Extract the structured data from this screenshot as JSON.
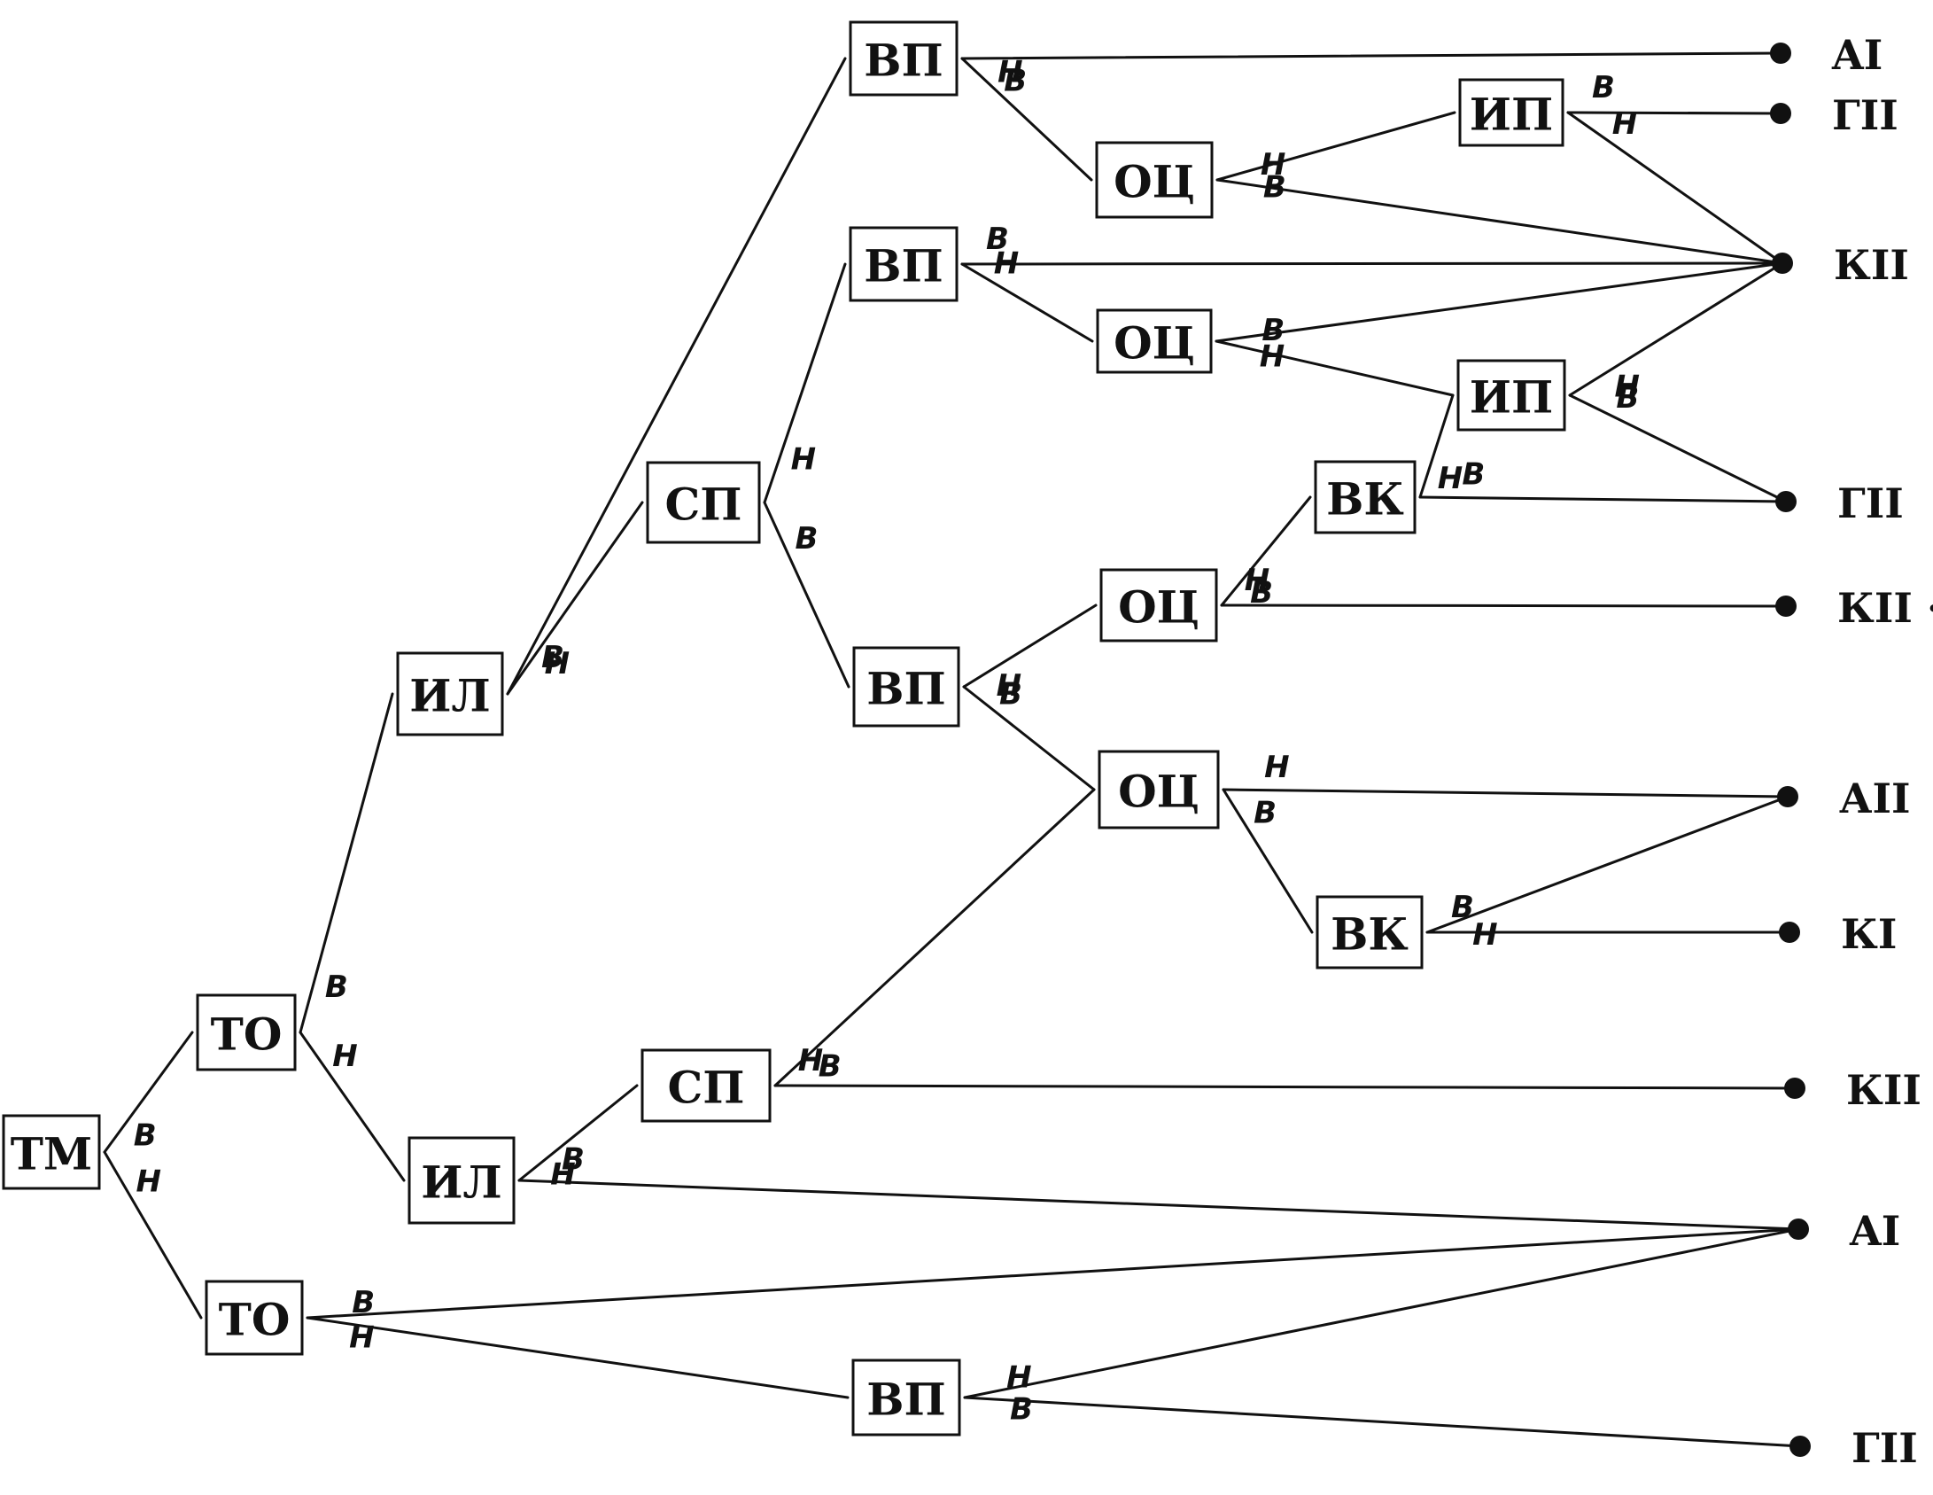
{
  "nodes": [
    {
      "id": "n1",
      "label": "ТМ"
    },
    {
      "id": "n2",
      "label": "ТО"
    },
    {
      "id": "n3",
      "label": "ТО"
    },
    {
      "id": "n4",
      "label": "ИЛ"
    },
    {
      "id": "n5",
      "label": "ИЛ"
    },
    {
      "id": "n6",
      "label": "СП"
    },
    {
      "id": "n7",
      "label": "СП"
    },
    {
      "id": "n8",
      "label": "ВП"
    },
    {
      "id": "n9",
      "label": "ВП"
    },
    {
      "id": "n10",
      "label": "ВП"
    },
    {
      "id": "n11",
      "label": "ВП"
    },
    {
      "id": "n12",
      "label": "ОЦ"
    },
    {
      "id": "n13",
      "label": "ОЦ"
    },
    {
      "id": "n14",
      "label": "ОЦ"
    },
    {
      "id": "n15",
      "label": "ОЦ"
    },
    {
      "id": "n16",
      "label": "ИП"
    },
    {
      "id": "n17",
      "label": "ИП"
    },
    {
      "id": "n18",
      "label": "ВК"
    },
    {
      "id": "n19",
      "label": "ВК"
    }
  ],
  "leaves": [
    {
      "id": "l1",
      "label": "AI"
    },
    {
      "id": "l2",
      "label": "ГII"
    },
    {
      "id": "l3",
      "label": "КII"
    },
    {
      "id": "l4",
      "label": "ГII"
    },
    {
      "id": "l5",
      "label": "КII ·"
    },
    {
      "id": "l6",
      "label": "АII"
    },
    {
      "id": "l7",
      "label": "КI"
    },
    {
      "id": "l8",
      "label": "КII"
    },
    {
      "id": "l9",
      "label": "AI"
    },
    {
      "id": "l10",
      "label": "ГII"
    }
  ],
  "edges": [
    {
      "from": "n1",
      "to": "n2",
      "label": "В"
    },
    {
      "from": "n1",
      "to": "n3",
      "label": "Н"
    },
    {
      "from": "n2",
      "to": "n4",
      "label": "В"
    },
    {
      "from": "n2",
      "to": "n5",
      "label": "Н"
    },
    {
      "from": "n4",
      "to": "n8",
      "label": "В"
    },
    {
      "from": "n4",
      "to": "n6",
      "label": "Н"
    },
    {
      "from": "n8",
      "to": "l1",
      "label": "В"
    },
    {
      "from": "n8",
      "to": "n12",
      "label": "Н"
    },
    {
      "from": "n12",
      "to": "n16",
      "label": "В"
    },
    {
      "from": "n12",
      "to": "l3",
      "label": "Н"
    },
    {
      "from": "n16",
      "to": "l2",
      "label": "В"
    },
    {
      "from": "n16",
      "to": "l3",
      "label": "Н"
    },
    {
      "from": "n6",
      "to": "n9",
      "label": "Н"
    },
    {
      "from": "n6",
      "to": "n10",
      "label": "В"
    },
    {
      "from": "n9",
      "to": "l3",
      "label": "В"
    },
    {
      "from": "n9",
      "to": "n13",
      "label": "Н"
    },
    {
      "from": "n13",
      "to": "l3",
      "label": "Н"
    },
    {
      "from": "n13",
      "to": "n17",
      "label": "В"
    },
    {
      "from": "n17",
      "to": "l3",
      "label": "Н"
    },
    {
      "from": "n17",
      "to": "l4",
      "label": "В"
    },
    {
      "from": "n10",
      "to": "n14",
      "label": "Н"
    },
    {
      "from": "n10",
      "to": "n15",
      "label": "В"
    },
    {
      "from": "n14",
      "to": "n18",
      "label": "В"
    },
    {
      "from": "n14",
      "to": "l5",
      "label": "Н"
    },
    {
      "from": "n18",
      "to": "n17",
      "label": "Н"
    },
    {
      "from": "n18",
      "to": "l4",
      "label": "В"
    },
    {
      "from": "n15",
      "to": "l6",
      "label": "Н"
    },
    {
      "from": "n15",
      "to": "n19",
      "label": "В"
    },
    {
      "from": "n19",
      "to": "l6",
      "label": "Н"
    },
    {
      "from": "n19",
      "to": "l7",
      "label": "В"
    },
    {
      "from": "n5",
      "to": "n7",
      "label": "Н"
    },
    {
      "from": "n5",
      "to": "l9",
      "label": "В"
    },
    {
      "from": "n7",
      "to": "n15",
      "label": "В"
    },
    {
      "from": "n7",
      "to": "l8",
      "label": "Н"
    },
    {
      "from": "n3",
      "to": "l9",
      "label": "Н"
    },
    {
      "from": "n3",
      "to": "n11",
      "label": "В"
    },
    {
      "from": "n11",
      "to": "l9",
      "label": "В"
    },
    {
      "from": "n11",
      "to": "l10",
      "label": "Н"
    }
  ]
}
